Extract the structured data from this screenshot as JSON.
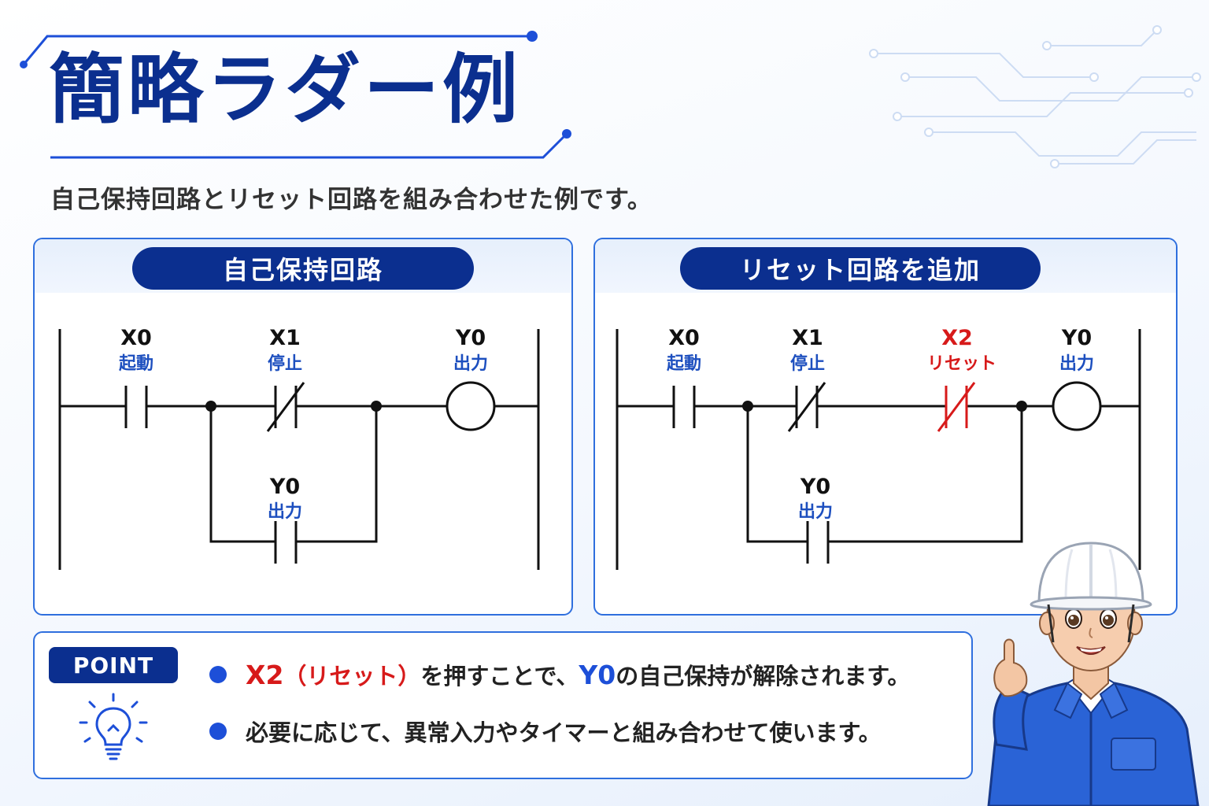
{
  "title": "簡略ラダー例",
  "subtitle": "自己保持回路とリセット回路を組み合わせた例です。",
  "panels": {
    "left": {
      "heading": "自己保持回路",
      "contacts": {
        "x0": {
          "id": "X0",
          "role": "起動"
        },
        "x1": {
          "id": "X1",
          "role": "停止"
        },
        "y0_self": {
          "id": "Y0",
          "role": "出力"
        }
      },
      "coil": {
        "id": "Y0",
        "role": "出力"
      }
    },
    "right": {
      "heading": "リセット回路を追加",
      "contacts": {
        "x0": {
          "id": "X0",
          "role": "起動"
        },
        "x1": {
          "id": "X1",
          "role": "停止"
        },
        "x2": {
          "id": "X2",
          "role": "リセット"
        },
        "y0_self": {
          "id": "Y0",
          "role": "出力"
        }
      },
      "coil": {
        "id": "Y0",
        "role": "出力"
      }
    }
  },
  "point": {
    "badge": "POINT",
    "line1": {
      "highlight_red": "X2",
      "paren": "（リセット）",
      "mid": "を押すことで、",
      "highlight_blue": "Y0",
      "tail": "の自己保持が解除されます。"
    },
    "line2": "必要に応じて、異常入力やタイマーと組み合わせて使います。"
  },
  "colors": {
    "primary": "#0b2f8f",
    "accent": "#1d4fd8",
    "reset": "#d71a1a",
    "border": "#2f6fde"
  },
  "icons": {
    "hint": "light-bulb-icon",
    "character": "engineer-with-helmet"
  }
}
